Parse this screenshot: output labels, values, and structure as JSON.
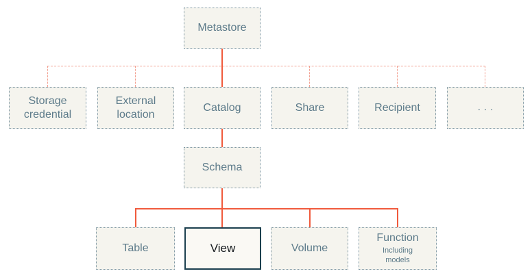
{
  "diagram": {
    "type": "hierarchy-tree",
    "levels": 4
  },
  "nodes": {
    "metastore": {
      "label": "Metastore"
    },
    "storage_credential": {
      "label": "Storage credential"
    },
    "external_location": {
      "label": "External location"
    },
    "catalog": {
      "label": "Catalog"
    },
    "share": {
      "label": "Share"
    },
    "recipient": {
      "label": "Recipient"
    },
    "ellipsis": {
      "label": "..."
    },
    "schema": {
      "label": "Schema"
    },
    "table": {
      "label": "Table"
    },
    "view": {
      "label": "View"
    },
    "volume": {
      "label": "Volume"
    },
    "function": {
      "label": "Function",
      "sublabel": "Including models"
    }
  },
  "colors": {
    "box_fill": "#f5f4ee",
    "box_border_dotted": "#7d96a2",
    "box_text": "#5d7b8a",
    "highlight_border": "#1c404f",
    "highlight_fill": "#faf9f4",
    "highlight_text": "#14191c",
    "connector_solid": "#f05a3c",
    "connector_dashed": "#f2a091",
    "background": "#ffffff"
  }
}
